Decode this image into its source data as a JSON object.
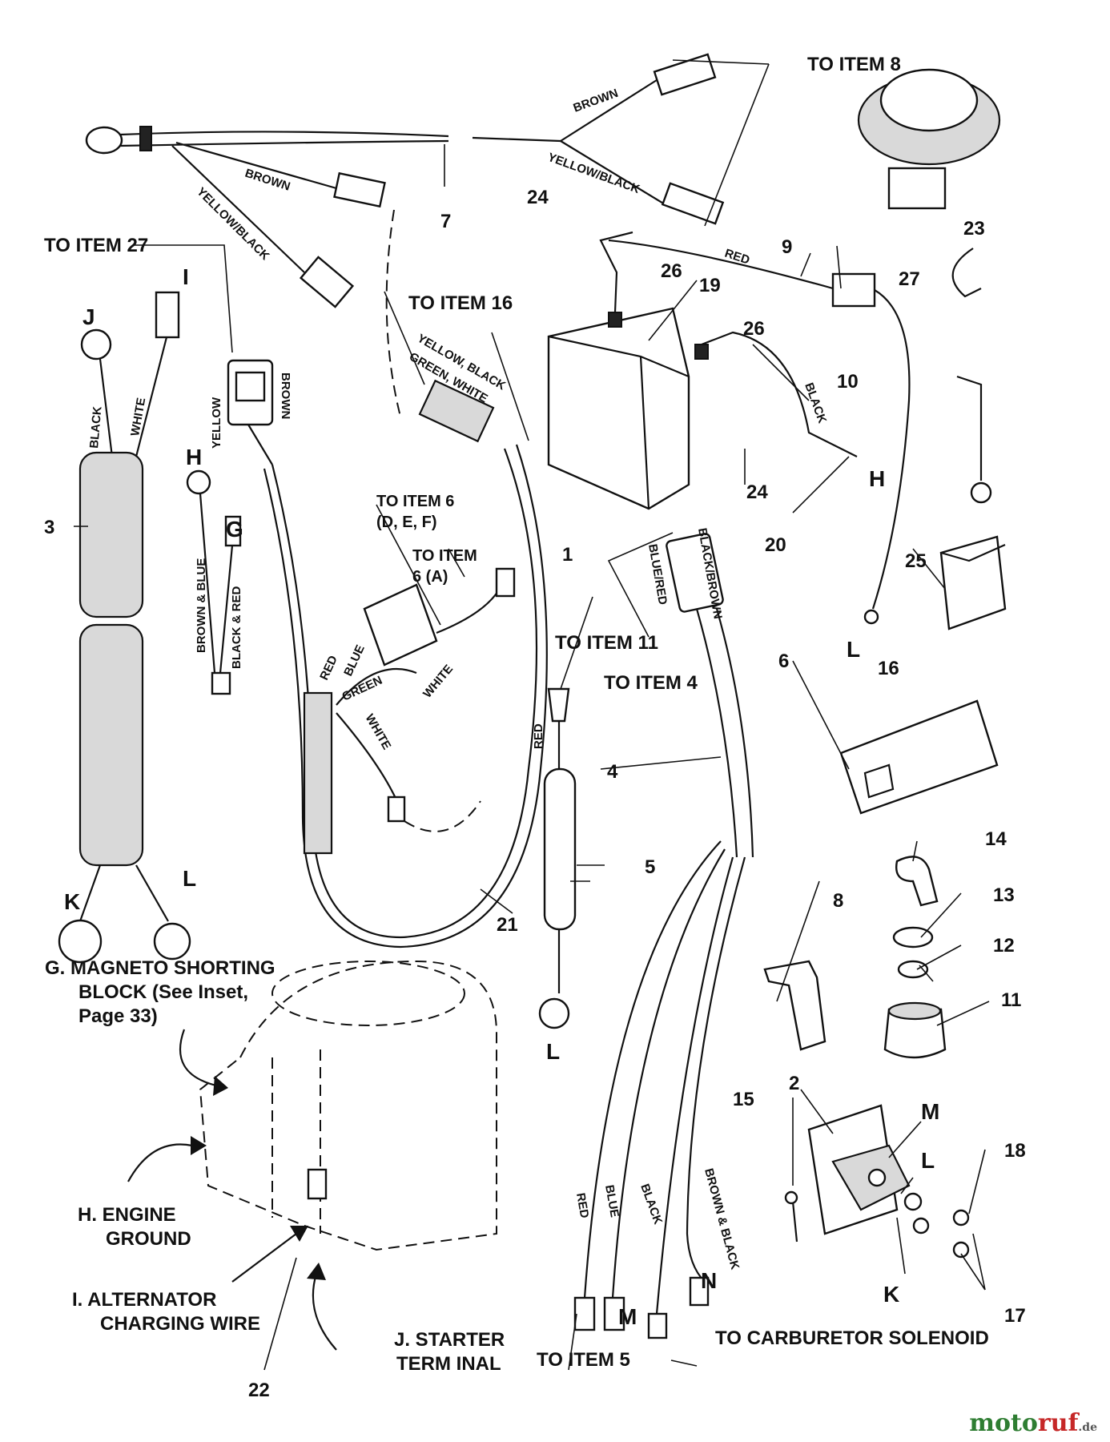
{
  "callouts": {
    "to_item_8": "TO ITEM 8",
    "to_item_27": "TO ITEM 27",
    "to_item_16": "TO ITEM 16",
    "to_item_6_def": "TO ITEM 6",
    "to_item_6_def_sub": "(D, E, F)",
    "to_item_6_a": "TO ITEM",
    "to_item_6_a_sub": "6 (A)",
    "to_item_11": "TO ITEM 11",
    "to_item_4": "TO ITEM 4",
    "to_item_5": "TO ITEM 5",
    "to_carburetor": "TO CARBURETOR SOLENOID"
  },
  "wire_colors": {
    "brown_top": "BROWN",
    "yellow_black_top": "YELLOW/BLACK",
    "brown_left": "BROWN",
    "yellow_black_left": "YELLOW/BLACK",
    "red_9": "RED",
    "black_20": "BLACK",
    "black_3": "BLACK",
    "white_3": "WHITE",
    "yellow_27": "YELLOW",
    "brown_27": "BROWN",
    "brown_blue": "BROWN & BLUE",
    "black_red": "BLACK & RED",
    "yb_gw_1": "YELLOW, BLACK",
    "yb_gw_2": "GREEN, WHITE",
    "red_6": "RED",
    "blue_6": "BLUE",
    "green_6": "GREEN",
    "white_6": "WHITE",
    "white_6b": "WHITE",
    "blue_red": "BLUE/RED",
    "black_brown": "BLACK/BROWN",
    "red_5": "RED",
    "red_4": "RED",
    "blue_4": "BLUE",
    "black_4": "BLACK",
    "brown_black": "BROWN & BLACK"
  },
  "item_numbers": {
    "n1": "1",
    "n2": "2",
    "n3": "3",
    "n4": "4",
    "n5": "5",
    "n6": "6",
    "n7": "7",
    "n8": "8",
    "n9": "9",
    "n10": "10",
    "n11": "11",
    "n12": "12",
    "n13": "13",
    "n14": "14",
    "n15": "15",
    "n16": "16",
    "n17": "17",
    "n18": "18",
    "n19": "19",
    "n20": "20",
    "n21": "21",
    "n22": "22",
    "n23": "23",
    "n24a": "24",
    "n24b": "24",
    "n25": "25",
    "n26a": "26",
    "n26b": "26",
    "n27": "27"
  },
  "terminal_letters": {
    "j": "J",
    "i": "I",
    "h_left": "H",
    "g": "G",
    "k_left": "K",
    "l_left": "L",
    "h_right": "H",
    "l_right": "L",
    "l_mid": "L",
    "m_bottom": "M",
    "n": "N",
    "m_switch": "M",
    "l_switch": "L",
    "k_switch": "K"
  },
  "legend": {
    "g_line1": "G.  MAGNETO SHORTING",
    "g_line2": "BLOCK (See Inset,",
    "g_line3": "Page 33)",
    "h_line1": "H.  ENGINE",
    "h_line2": "GROUND",
    "i_line1": "I.  ALTERNATOR",
    "i_line2": "CHARGING WIRE",
    "j_line1": "J.  STARTER",
    "j_line2": "TERM INAL"
  },
  "watermark": {
    "part1": "moto",
    "part2": "ruf",
    "suffix": ".de"
  }
}
